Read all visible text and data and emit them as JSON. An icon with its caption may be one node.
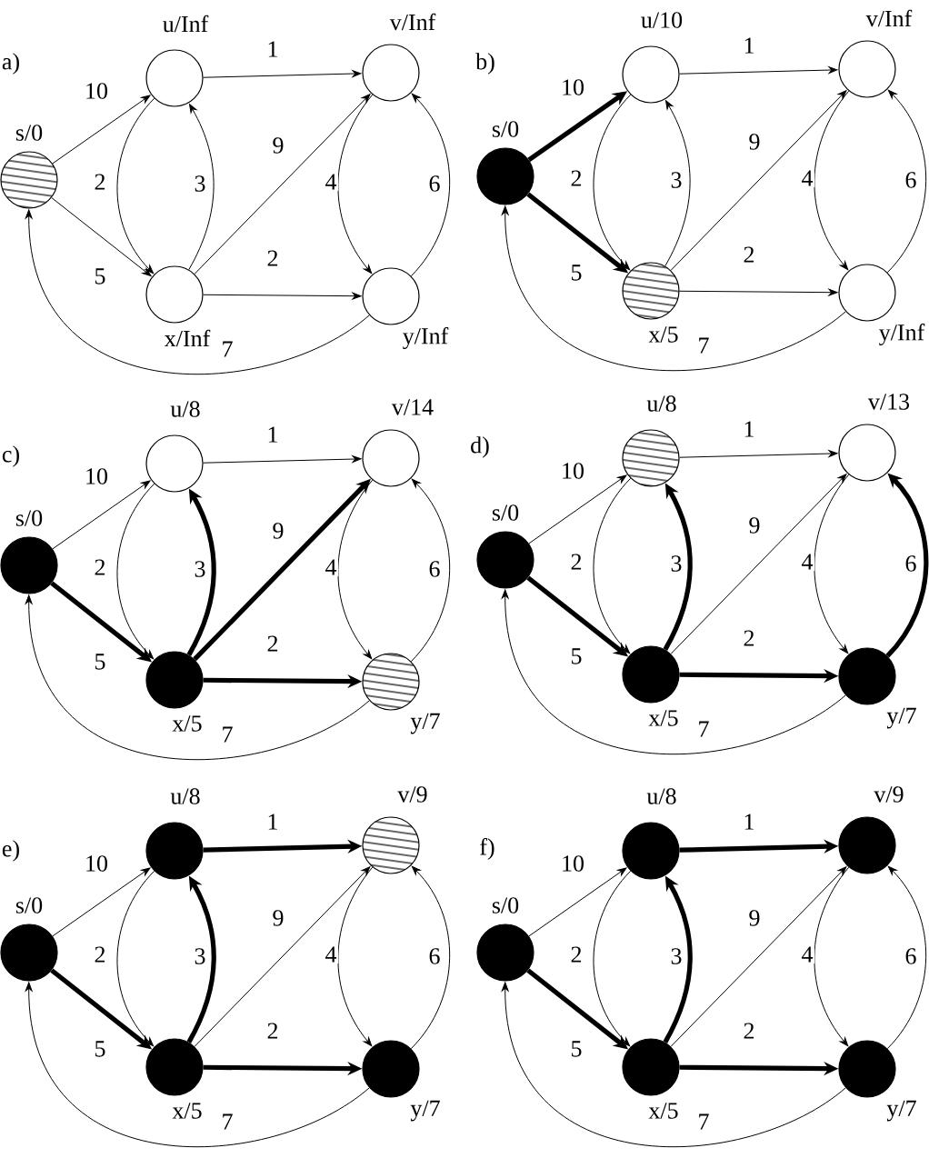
{
  "diagram": {
    "nodes": [
      {
        "text": [
          "u/Inf"
        ]
      },
      {
        "text": [
          "v/Inf"
        ]
      },
      {
        "text": [
          "s/0"
        ]
      },
      {
        "text": [
          "x/Inf"
        ]
      },
      {
        "text": [
          "y/Inf"
        ]
      },
      {
        "text": [
          "u/10"
        ]
      },
      {
        "text": [
          "v/Inf"
        ]
      },
      {
        "text": [
          "s/0"
        ]
      },
      {
        "text": [
          "x/5"
        ]
      },
      {
        "text": [
          "y/Inf"
        ]
      },
      {
        "text": [
          "u/8"
        ]
      },
      {
        "text": [
          "v/14"
        ]
      },
      {
        "text": [
          "s/0"
        ]
      },
      {
        "text": [
          "x/5"
        ]
      },
      {
        "text": [
          "y/7"
        ]
      },
      {
        "text": [
          "u/8"
        ]
      },
      {
        "text": [
          "v/13"
        ]
      },
      {
        "text": [
          "s/0"
        ]
      },
      {
        "text": [
          "x/5"
        ]
      },
      {
        "text": [
          "y/7"
        ]
      },
      {
        "text": [
          "u/8"
        ]
      },
      {
        "text": [
          "v/9"
        ]
      },
      {
        "text": [
          "s/0"
        ]
      },
      {
        "text": [
          "x/5"
        ]
      },
      {
        "text": [
          "y/7"
        ]
      },
      {
        "text": [
          "u/8"
        ]
      },
      {
        "text": [
          "v/9"
        ]
      },
      {
        "text": [
          "s/0"
        ]
      },
      {
        "text": [
          "x/5"
        ]
      },
      {
        "text": [
          "y/7"
        ]
      }
    ],
    "edges": [
      {
        "from": 2,
        "to": 0,
        "arrow": "to",
        "label": "10"
      },
      {
        "from": 0,
        "to": 1,
        "arrow": "to",
        "label": "1"
      },
      {
        "from": 0,
        "to": 3,
        "arrow": "to",
        "label": "2"
      },
      {
        "from": 3,
        "to": 0,
        "arrow": "to",
        "label": "3"
      },
      {
        "from": 3,
        "to": 1,
        "arrow": "to",
        "label": "9"
      },
      {
        "from": 1,
        "to": 4,
        "arrow": "to",
        "label": "4"
      },
      {
        "from": 4,
        "to": 1,
        "arrow": "to",
        "label": "6"
      },
      {
        "from": 2,
        "to": 3,
        "arrow": "to",
        "label": "5"
      },
      {
        "from": 3,
        "to": 4,
        "arrow": "to",
        "label": "2"
      },
      {
        "from": 4,
        "to": 2,
        "arrow": "to",
        "label": "7"
      },
      {
        "from": 7,
        "to": 5,
        "arrow": "to",
        "label": "10",
        "style": "thick"
      },
      {
        "from": 5,
        "to": 6,
        "arrow": "to",
        "label": "1"
      },
      {
        "from": 5,
        "to": 8,
        "arrow": "to",
        "label": "2"
      },
      {
        "from": 8,
        "to": 5,
        "arrow": "to",
        "label": "3"
      },
      {
        "from": 8,
        "to": 6,
        "arrow": "to",
        "label": "9"
      },
      {
        "from": 6,
        "to": 9,
        "arrow": "to",
        "label": "4"
      },
      {
        "from": 9,
        "to": 6,
        "arrow": "to",
        "label": "6"
      },
      {
        "from": 7,
        "to": 8,
        "arrow": "to",
        "label": "5",
        "style": "thick"
      },
      {
        "from": 8,
        "to": 9,
        "arrow": "to",
        "label": "2"
      },
      {
        "from": 9,
        "to": 7,
        "arrow": "to",
        "label": "7"
      },
      {
        "from": 12,
        "to": 10,
        "arrow": "to",
        "label": "10"
      },
      {
        "from": 10,
        "to": 11,
        "arrow": "to",
        "label": "1"
      },
      {
        "from": 10,
        "to": 13,
        "arrow": "to",
        "label": "2"
      },
      {
        "from": 13,
        "to": 10,
        "arrow": "to",
        "label": "3",
        "style": "thick"
      },
      {
        "from": 13,
        "to": 11,
        "arrow": "to",
        "label": "9",
        "style": "thick"
      },
      {
        "from": 11,
        "to": 14,
        "arrow": "to",
        "label": "4"
      },
      {
        "from": 14,
        "to": 11,
        "arrow": "to",
        "label": "6"
      },
      {
        "from": 12,
        "to": 13,
        "arrow": "to",
        "label": "5",
        "style": "thick"
      },
      {
        "from": 13,
        "to": 14,
        "arrow": "to",
        "label": "2",
        "style": "thick"
      },
      {
        "from": 14,
        "to": 12,
        "arrow": "to",
        "label": "7"
      },
      {
        "from": 17,
        "to": 15,
        "arrow": "to",
        "label": "10"
      },
      {
        "from": 15,
        "to": 16,
        "arrow": "to",
        "label": "1"
      },
      {
        "from": 15,
        "to": 18,
        "arrow": "to",
        "label": "2"
      },
      {
        "from": 18,
        "to": 15,
        "arrow": "to",
        "label": "3",
        "style": "thick"
      },
      {
        "from": 18,
        "to": 16,
        "arrow": "to",
        "label": "9"
      },
      {
        "from": 16,
        "to": 19,
        "arrow": "to",
        "label": "4"
      },
      {
        "from": 19,
        "to": 16,
        "arrow": "to",
        "label": "6",
        "style": "thick"
      },
      {
        "from": 17,
        "to": 18,
        "arrow": "to",
        "label": "5",
        "style": "thick"
      },
      {
        "from": 18,
        "to": 19,
        "arrow": "to",
        "label": "2",
        "style": "thick"
      },
      {
        "from": 19,
        "to": 17,
        "arrow": "to",
        "label": "7"
      },
      {
        "from": 22,
        "to": 20,
        "arrow": "to",
        "label": "10"
      },
      {
        "from": 20,
        "to": 21,
        "arrow": "to",
        "label": "1",
        "style": "thick"
      },
      {
        "from": 20,
        "to": 23,
        "arrow": "to",
        "label": "2"
      },
      {
        "from": 23,
        "to": 20,
        "arrow": "to",
        "label": "3",
        "style": "thick"
      },
      {
        "from": 23,
        "to": 21,
        "arrow": "to",
        "label": "9"
      },
      {
        "from": 21,
        "to": 24,
        "arrow": "to",
        "label": "4"
      },
      {
        "from": 24,
        "to": 21,
        "arrow": "to",
        "label": "6"
      },
      {
        "from": 22,
        "to": 23,
        "arrow": "to",
        "label": "5",
        "style": "thick"
      },
      {
        "from": 23,
        "to": 24,
        "arrow": "to",
        "label": "2",
        "style": "thick"
      },
      {
        "from": 24,
        "to": 22,
        "arrow": "to",
        "label": "7"
      },
      {
        "from": 27,
        "to": 25,
        "arrow": "to",
        "label": "10"
      },
      {
        "from": 25,
        "to": 26,
        "arrow": "to",
        "label": "1",
        "style": "thick"
      },
      {
        "from": 25,
        "to": 28,
        "arrow": "to",
        "label": "2"
      },
      {
        "from": 28,
        "to": 25,
        "arrow": "to",
        "label": "3",
        "style": "thick"
      },
      {
        "from": 28,
        "to": 26,
        "arrow": "to",
        "label": "9"
      },
      {
        "from": 26,
        "to": 29,
        "arrow": "to",
        "label": "4"
      },
      {
        "from": 29,
        "to": 26,
        "arrow": "to",
        "label": "6"
      },
      {
        "from": 27,
        "to": 28,
        "arrow": "to",
        "label": "5",
        "style": "thick"
      },
      {
        "from": 28,
        "to": 29,
        "arrow": "to",
        "label": "2",
        "style": "thick"
      },
      {
        "from": 29,
        "to": 27,
        "arrow": "to",
        "label": "7"
      }
    ],
    "labels": [
      "a)",
      "b)",
      "c)",
      "d)",
      "e)",
      "f)"
    ]
  }
}
